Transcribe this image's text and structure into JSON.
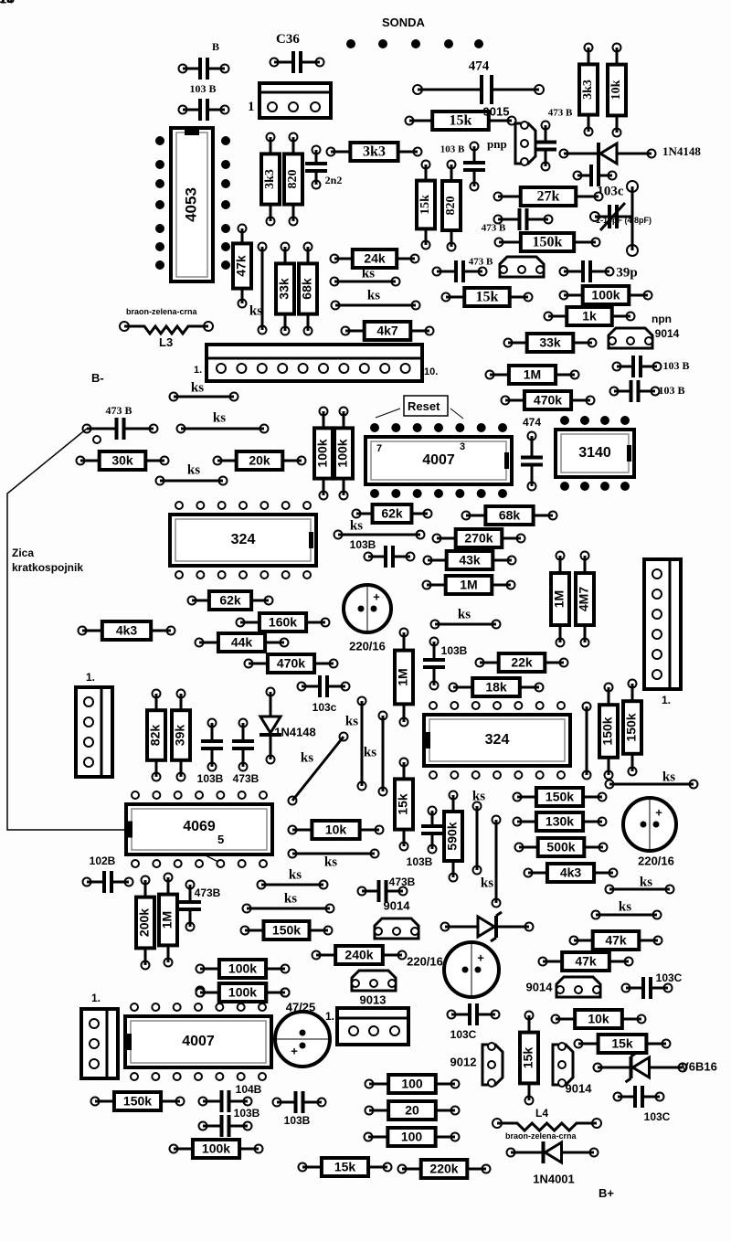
{
  "title": "SONDA",
  "labels": {
    "sonda": "SONDA",
    "c36": "C36",
    "conn_top_pin": "1",
    "l3_colors": "braon-zelena-crna",
    "l3": "L3",
    "header_pin_start": "1.",
    "header_pin_end": "10.",
    "b_minus": "B-",
    "wire_note_1": "Zica",
    "wire_note_2": "kratkospojnik",
    "reset": "Reset",
    "pin7": "7",
    "pin3": "3",
    "pin5": "5",
    "conn_left_pin": "1.",
    "conn_right_pin": "1.",
    "conn_bottom_left_pin": "1.",
    "conn_bottom_mid_pin": "1.",
    "l4": "L4",
    "l4_colors": "braon-zelena-crna",
    "b_plus": "B+",
    "trimmer": "1-10pF (4.8pF)",
    "pnp": "pnp",
    "npn": "npn"
  },
  "ics": [
    {
      "id": "u-4053",
      "label": "4053"
    },
    {
      "id": "u-4007-top",
      "label": "4007"
    },
    {
      "id": "u-3140",
      "label": "3140"
    },
    {
      "id": "u-324-top",
      "label": "324"
    },
    {
      "id": "u-324-mid",
      "label": "324"
    },
    {
      "id": "u-4069",
      "label": "4069"
    },
    {
      "id": "u-4007-bottom",
      "label": "4007"
    }
  ],
  "resistors_h": [
    "15k",
    "3k3",
    "27k",
    "150k",
    "24k",
    "4k7",
    "15k",
    "100k",
    "1k",
    "33k",
    "1M",
    "470k",
    "30k",
    "20k",
    "62k",
    "68k",
    "270k",
    "43k",
    "1M",
    "62k",
    "4k3",
    "160k",
    "44k",
    "470k",
    "22k",
    "18k",
    "10k",
    "150k",
    "130k",
    "500k",
    "4k3",
    "47k",
    "47k",
    "150k",
    "240k",
    "100k",
    "100k",
    "10k",
    "15k",
    "150k",
    "100k",
    "100",
    "20",
    "100",
    "15k",
    "220k"
  ],
  "resistors_v": [
    "3k3",
    "10k",
    "3k3",
    "820",
    "15k",
    "820",
    "47k",
    "33k",
    "68k",
    "100k",
    "100k",
    "1M",
    "4M7",
    "1M",
    "150k",
    "150k",
    "82k",
    "39k",
    "15k",
    "590k",
    "200k",
    "1M",
    "15k"
  ],
  "capacitors": [
    "B",
    "103 B",
    "474",
    "473 B",
    "103 B",
    "103c",
    "473 B",
    "473 B",
    "39p",
    "103 B",
    "103 B",
    "473 B",
    "474",
    "103B",
    "103B",
    "103c",
    "103B",
    "473B",
    "103B",
    "102B",
    "473B",
    "473B",
    "103C",
    "103C",
    "103C",
    "104B",
    "103B",
    "103B"
  ],
  "electrolytics": [
    "220/16",
    "220/16",
    "220/16",
    "47/25"
  ],
  "transistors": [
    "9015",
    "9014",
    "9014",
    "9013",
    "9014",
    "9012",
    "9014"
  ],
  "diodes": [
    "1N4148",
    "1N4148",
    "V6B16",
    "1N4001"
  ],
  "jumper_label": "ks"
}
